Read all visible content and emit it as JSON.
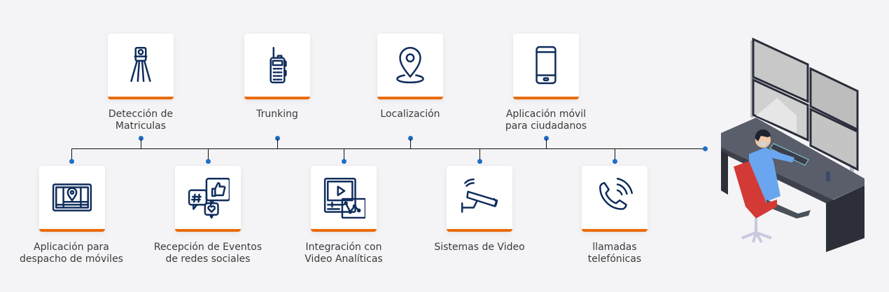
{
  "colors": {
    "accent": "#ea6b0a",
    "icon": "#0f2d5c",
    "dot": "#1f6dc8",
    "background": "#f4f4f6"
  },
  "top_items": [
    {
      "label_line1": "Detección de",
      "label_line2": "Matriculas",
      "icon": "tripod-camera-icon"
    },
    {
      "label_line1": "Trunking",
      "label_line2": "",
      "icon": "radio-icon"
    },
    {
      "label_line1": "Localización",
      "label_line2": "",
      "icon": "location-pin-icon"
    },
    {
      "label_line1": "Aplicación móvil",
      "label_line2": "para ciudadanos",
      "icon": "smartphone-icon"
    }
  ],
  "bottom_items": [
    {
      "label_line1": "Aplicación para",
      "label_line2": "despacho de móviles",
      "icon": "map-tablet-icon"
    },
    {
      "label_line1": "Recepción de Eventos",
      "label_line2": "de redes sociales",
      "icon": "social-bubbles-icon"
    },
    {
      "label_line1": "Integración con",
      "label_line2": "Video Analíticas",
      "icon": "video-analytics-icon"
    },
    {
      "label_line1": "Sistemas de Video",
      "label_line2": "",
      "icon": "cctv-camera-icon"
    },
    {
      "label_line1": "llamadas",
      "label_line2": "telefónicas",
      "icon": "phone-call-icon"
    }
  ]
}
